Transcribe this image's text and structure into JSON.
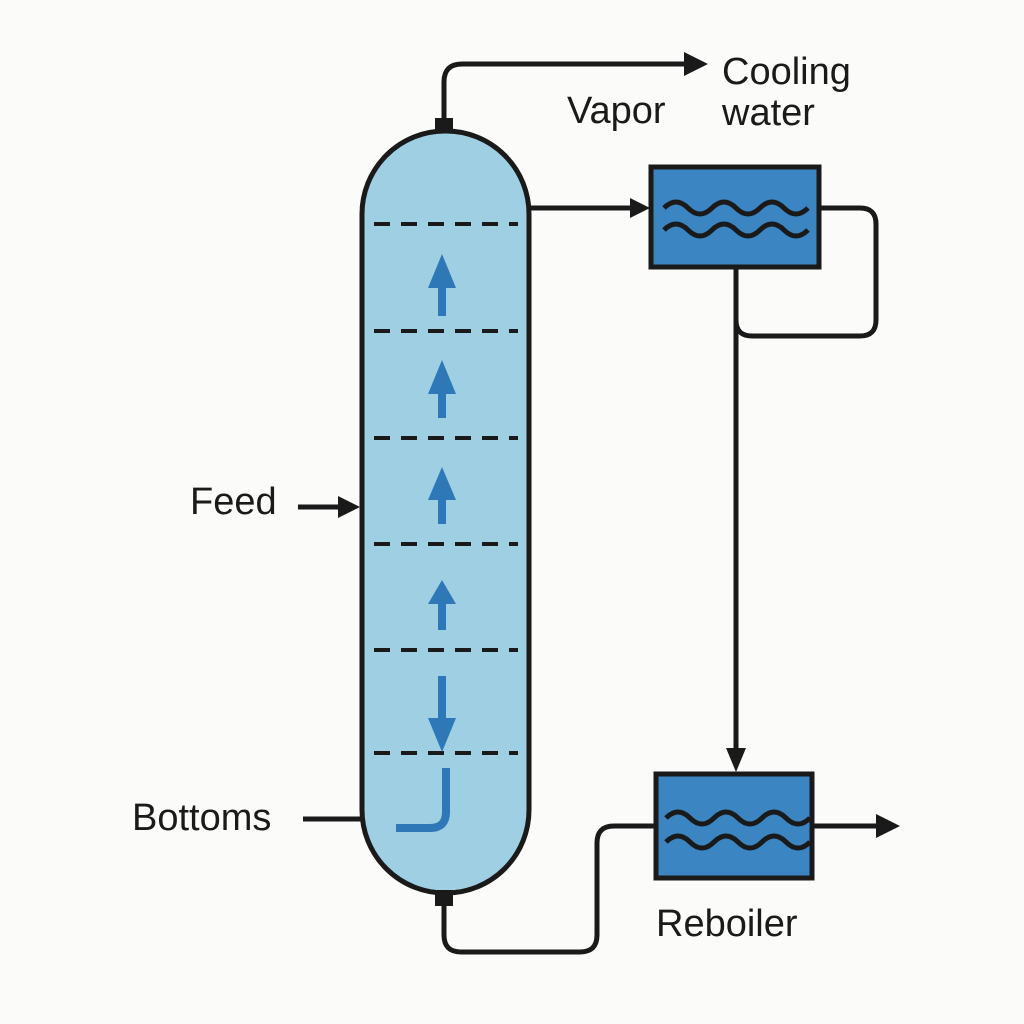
{
  "labels": {
    "vapor": "Vapor",
    "cooling_water": "Cooling\nwater",
    "feed": "Feed",
    "bottoms": "Bottoms",
    "reboiler": "Reboiler"
  },
  "colors": {
    "column_fill": "#9ecfe2",
    "exchanger_fill": "#3a85c2",
    "arrow_blue": "#2f78b8",
    "line": "#1a1a1a"
  },
  "icons": {
    "vapor_flow": "arrow-up-icon",
    "liquid_flow": "arrow-down-icon",
    "heat_exchange": "wave-icon"
  }
}
